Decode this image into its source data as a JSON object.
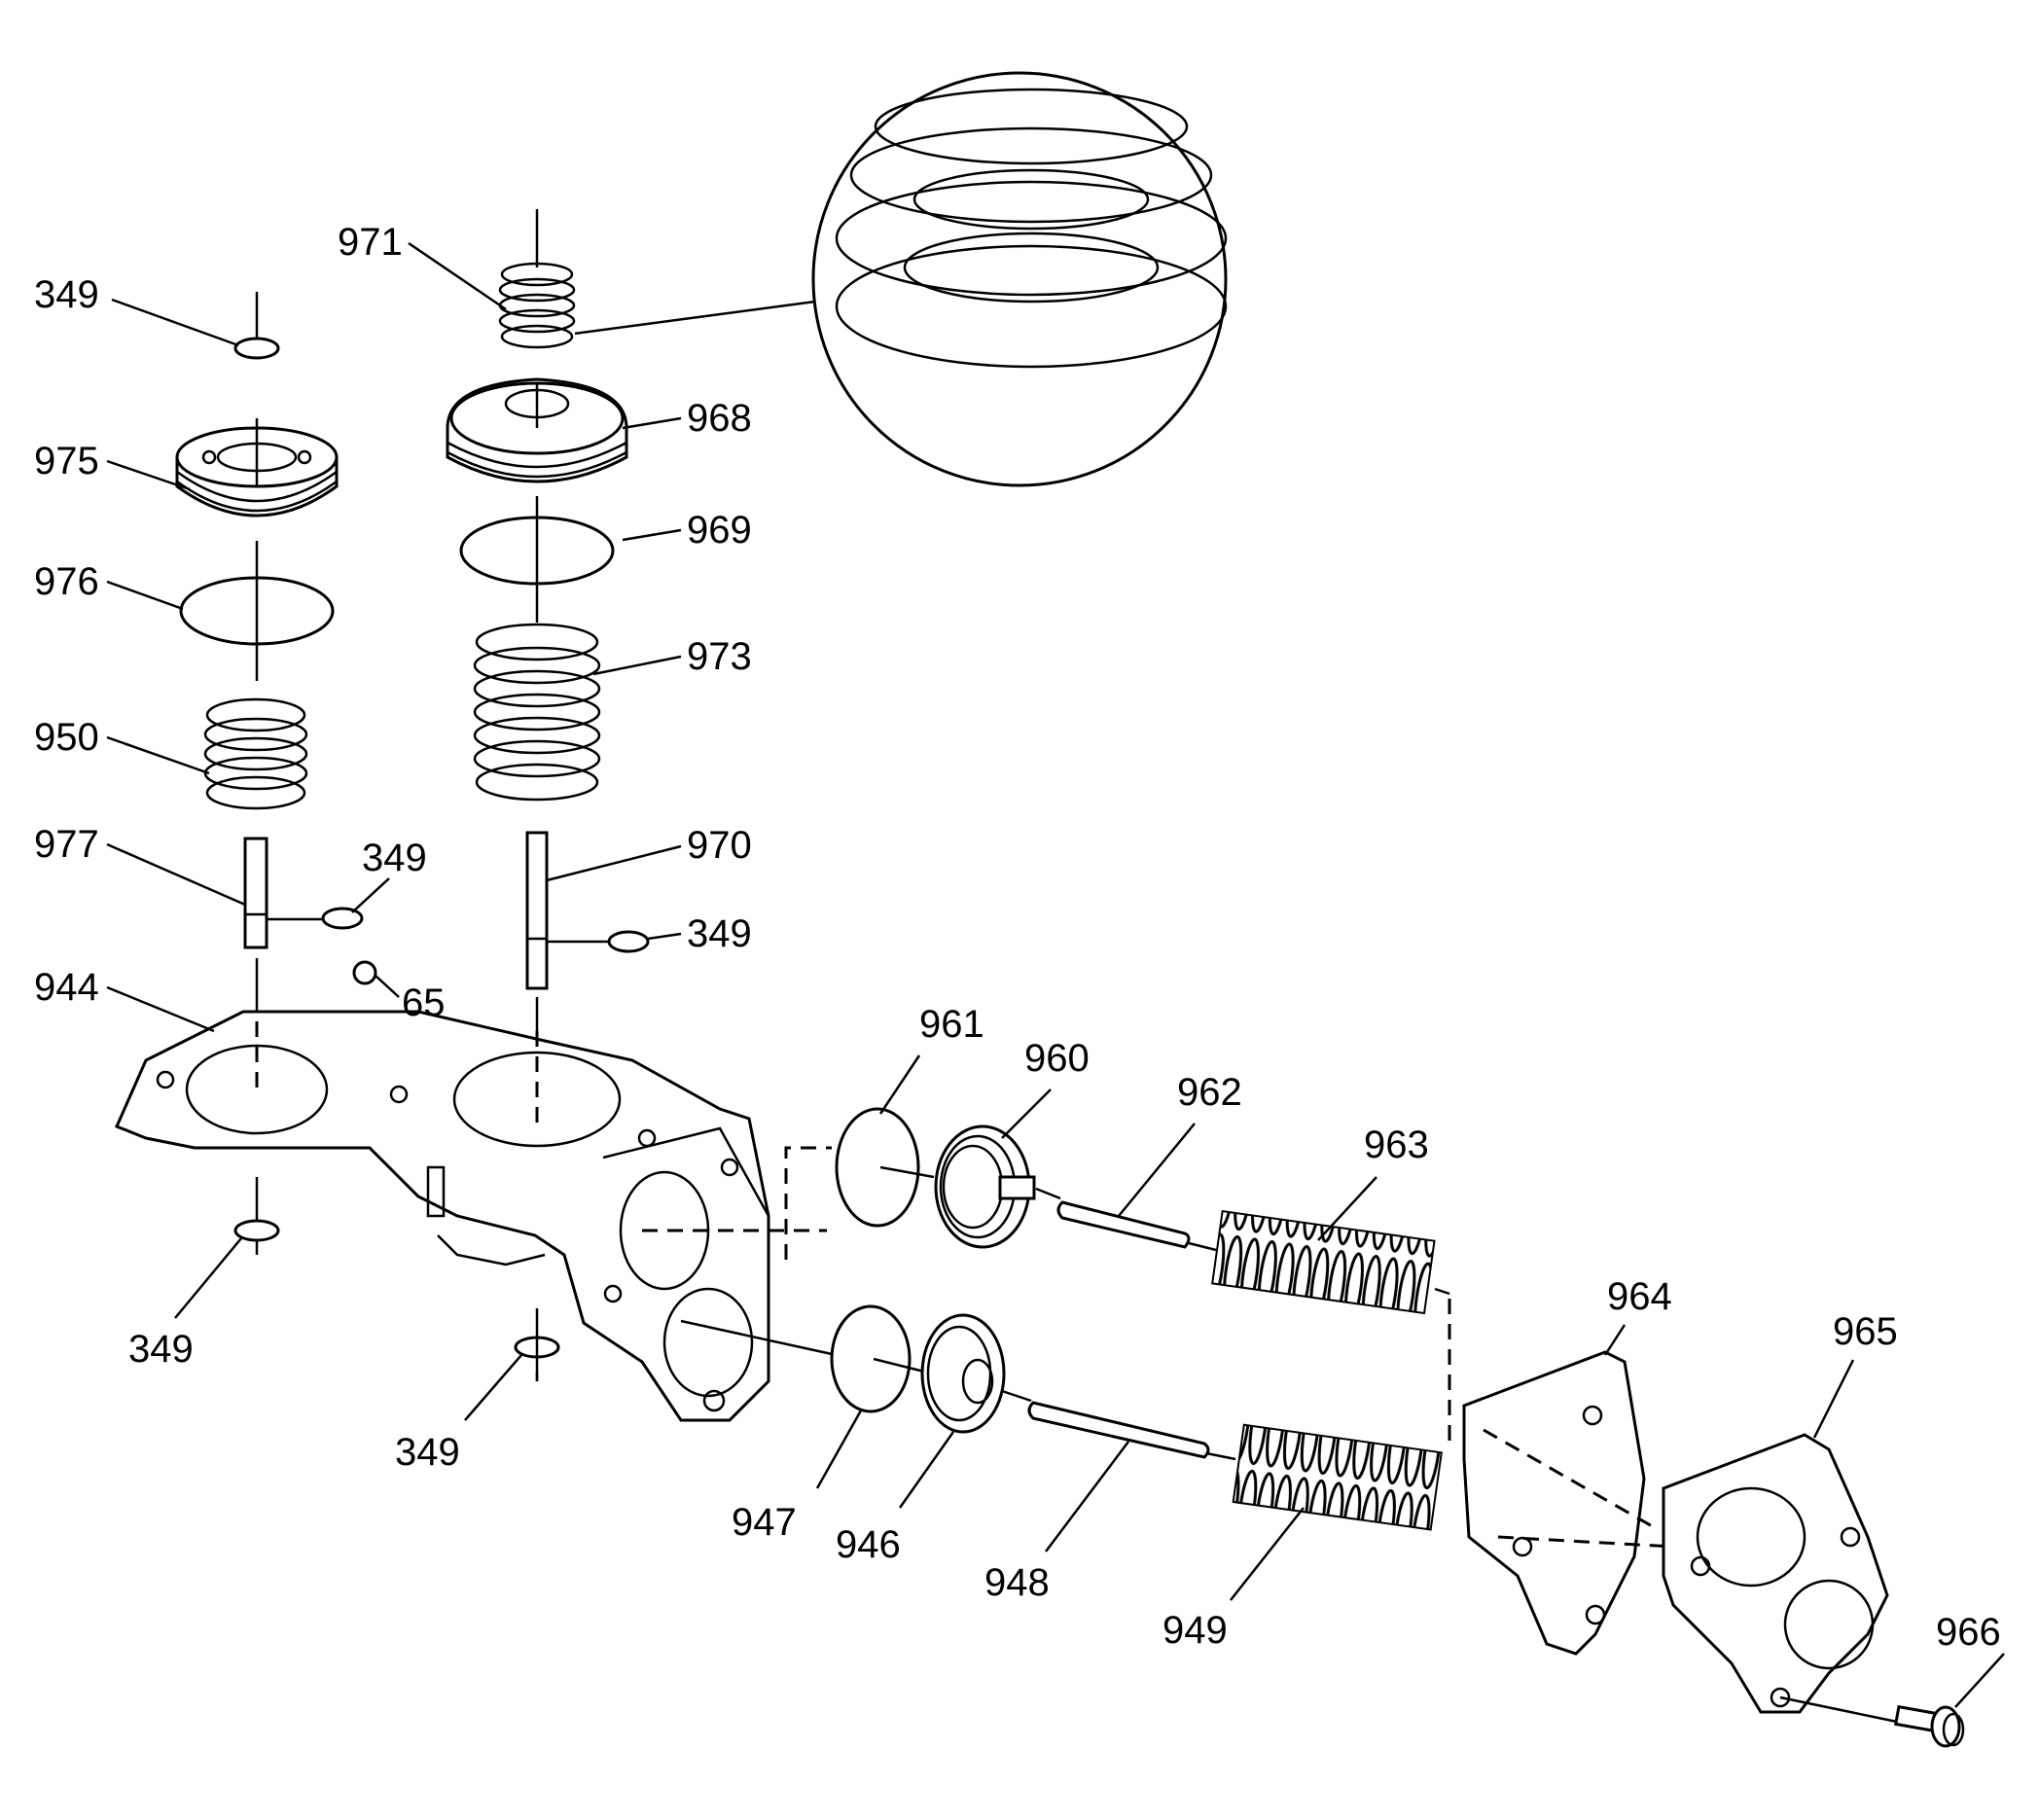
{
  "callouts": {
    "c349_top": "349",
    "c971": "971",
    "c968": "968",
    "c969": "969",
    "c975": "975",
    "c976": "976",
    "c973": "973",
    "c950": "950",
    "c977": "977",
    "c349_mid_left": "349",
    "c970": "970",
    "c349_mid_right": "349",
    "c944": "944",
    "c65": "65",
    "c349_bottom_left": "349",
    "c349_bottom_center": "349",
    "c961": "961",
    "c960": "960",
    "c962": "962",
    "c963": "963",
    "c964": "964",
    "c965": "965",
    "c947": "947",
    "c946": "946",
    "c948": "948",
    "c949": "949",
    "c966": "966"
  }
}
